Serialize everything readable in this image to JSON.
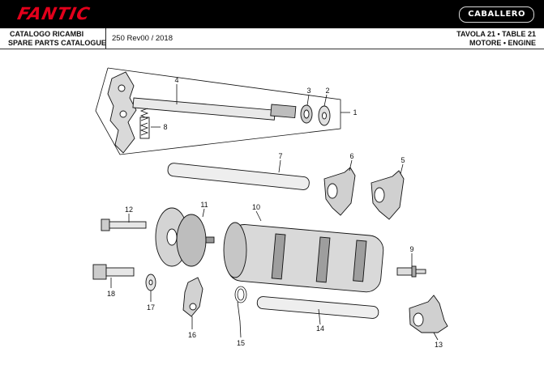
{
  "header": {
    "brand": "FANTIC",
    "model_badge": "CABALLERO",
    "catalog_it": "CATALOGO RICAMBI",
    "catalog_en": "SPARE PARTS CATALOGUE",
    "model_rev": "250 Rev00 / 2018",
    "table": "TAVOLA 21 • TABLE 21",
    "section": "MOTORE • ENGINE"
  },
  "colors": {
    "brand_red": "#e3001b",
    "bar": "#000000"
  },
  "callouts": [
    "1",
    "2",
    "3",
    "4",
    "5",
    "6",
    "7",
    "8",
    "9",
    "10",
    "11",
    "12",
    "13",
    "14",
    "15",
    "16",
    "17",
    "18"
  ]
}
